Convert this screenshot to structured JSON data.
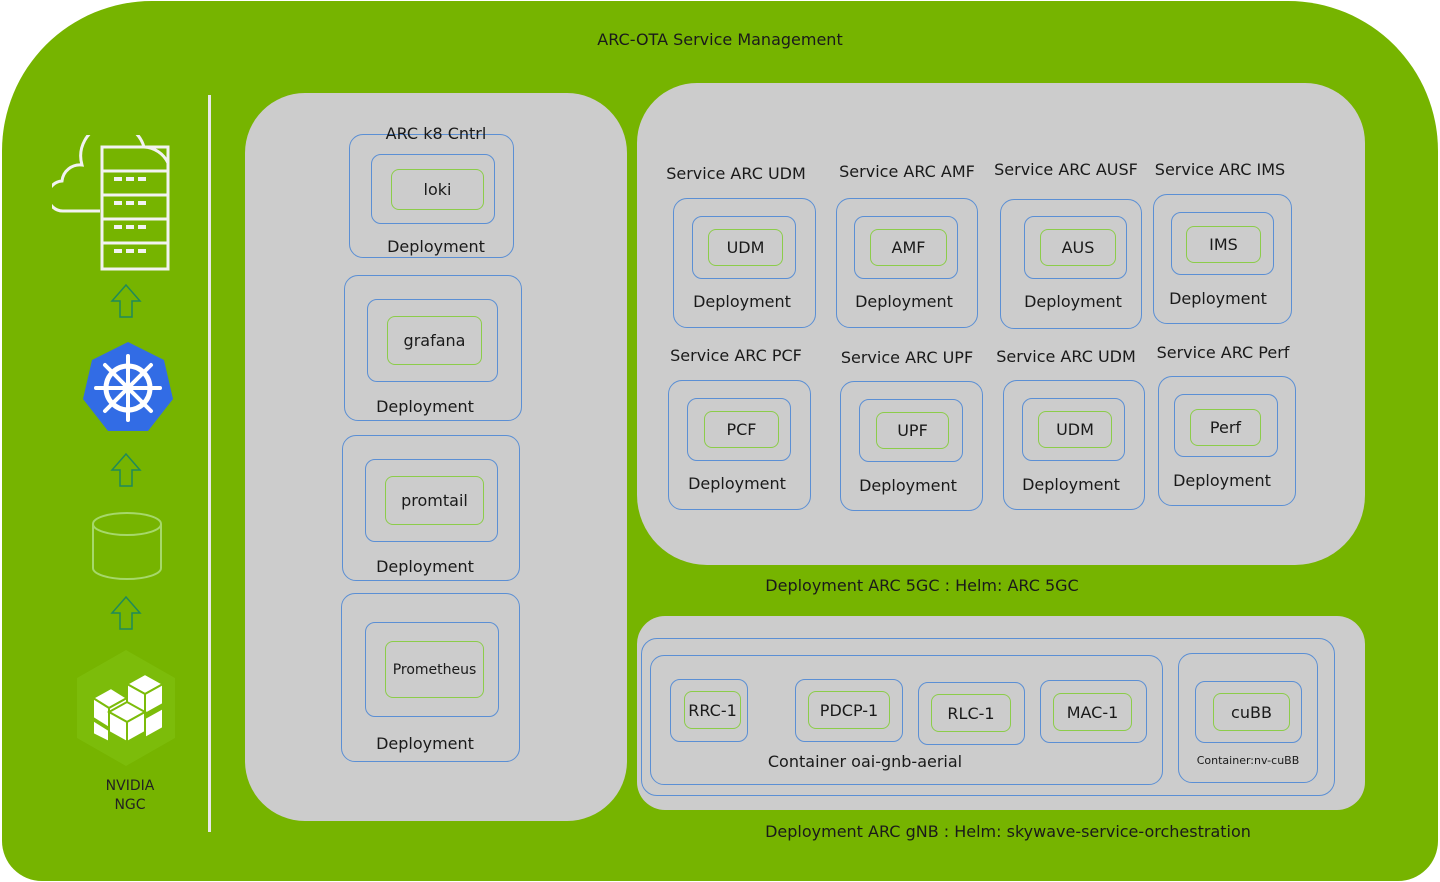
{
  "title": "ARC-OTA Service Management",
  "sidebar": {
    "icons": [
      "cloud-server-icon",
      "arrow-up-icon",
      "kubernetes-icon",
      "arrow-up-icon",
      "database-icon",
      "arrow-up-icon",
      "nvidia-ngc-icon"
    ],
    "ngc_label_line1": "NVIDIA",
    "ngc_label_line2": "NGC",
    "colors": {
      "kubernetes": "#326ce5",
      "arrow": "#1f8a5a"
    }
  },
  "k8s_control": {
    "title": "ARC k8 Cntrl",
    "items": [
      {
        "name": "loki",
        "kind": "Deployment"
      },
      {
        "name": "grafana",
        "kind": "Deployment"
      },
      {
        "name": "promtail",
        "kind": "Deployment"
      },
      {
        "name": "Prometheus",
        "kind": "Deployment"
      }
    ]
  },
  "core_5gc": {
    "caption": "Deployment ARC 5GC : Helm: ARC 5GC",
    "services": [
      {
        "service": "Service ARC UDM",
        "name": "UDM",
        "kind": "Deployment"
      },
      {
        "service": "Service ARC AMF",
        "name": "AMF",
        "kind": "Deployment"
      },
      {
        "service": "Service ARC AUSF",
        "name": "AUS",
        "kind": "Deployment"
      },
      {
        "service": "Service ARC IMS",
        "name": "IMS",
        "kind": "Deployment"
      },
      {
        "service": "Service ARC PCF",
        "name": "PCF",
        "kind": "Deployment"
      },
      {
        "service": "Service ARC UPF",
        "name": "UPF",
        "kind": "Deployment"
      },
      {
        "service": "Service ARC UDM",
        "name": "UDM",
        "kind": "Deployment"
      },
      {
        "service": "Service ARC Perf",
        "name": "Perf",
        "kind": "Deployment"
      }
    ]
  },
  "gnb": {
    "caption": "Deployment ARC gNB : Helm: skywave-service-orchestration",
    "container_main": "Container oai-gnb-aerial",
    "layers": [
      "RRC-1",
      "PDCP-1",
      "RLC-1",
      "MAC-1"
    ],
    "container_cubb": "Container:nv-cuBB",
    "cubb": "cuBB"
  },
  "colors": {
    "background_green": "#76b400",
    "panel_gray": "#cccccc",
    "outer_border_blue": "#5b8fd4",
    "inner_border_green": "#8ccc4a"
  }
}
